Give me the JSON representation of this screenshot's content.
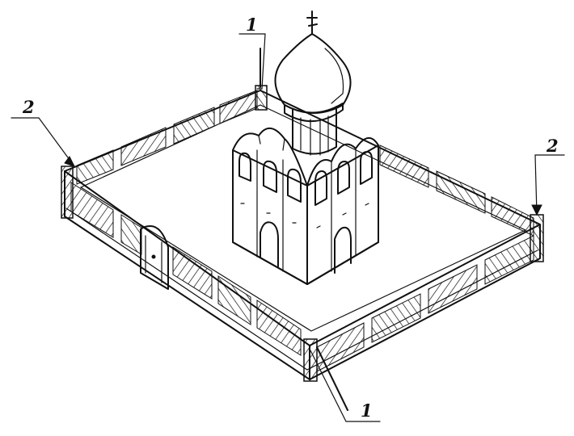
{
  "callouts": [
    {
      "id": "a",
      "label": "1"
    },
    {
      "id": "b",
      "label": "2"
    },
    {
      "id": "c",
      "label": "2"
    },
    {
      "id": "d",
      "label": "1"
    }
  ],
  "colors": {
    "ink": "#111111",
    "paper": "#ffffff"
  },
  "icons": {
    "cross": "cross-icon",
    "dome": "onion-dome-icon"
  }
}
